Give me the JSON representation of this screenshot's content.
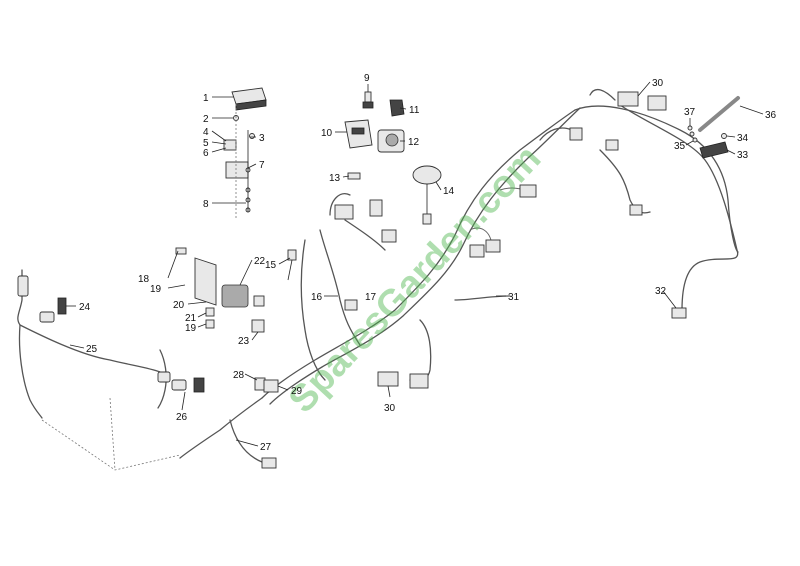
{
  "watermark": "SparesGarden.com",
  "callouts": {
    "c1": "1",
    "c2": "2",
    "c3": "3",
    "c4": "4",
    "c5": "5",
    "c6": "6",
    "c7": "7",
    "c8": "8",
    "c9": "9",
    "c10": "10",
    "c11": "11",
    "c12": "12",
    "c13": "13",
    "c14": "14",
    "c15": "15",
    "c16": "16",
    "c17": "17",
    "c18": "18",
    "c19a": "19",
    "c19b": "19",
    "c20": "20",
    "c21": "21",
    "c22": "22",
    "c23": "23",
    "c24": "24",
    "c25": "25",
    "c26": "26",
    "c27": "27",
    "c28": "28",
    "c29": "29",
    "c30a": "30",
    "c30b": "30",
    "c31": "31",
    "c32": "32",
    "c33": "33",
    "c34": "34",
    "c35": "35",
    "c36": "36",
    "c37": "37"
  },
  "colors": {
    "watermark": "#4fb84f",
    "line": "#333333"
  }
}
